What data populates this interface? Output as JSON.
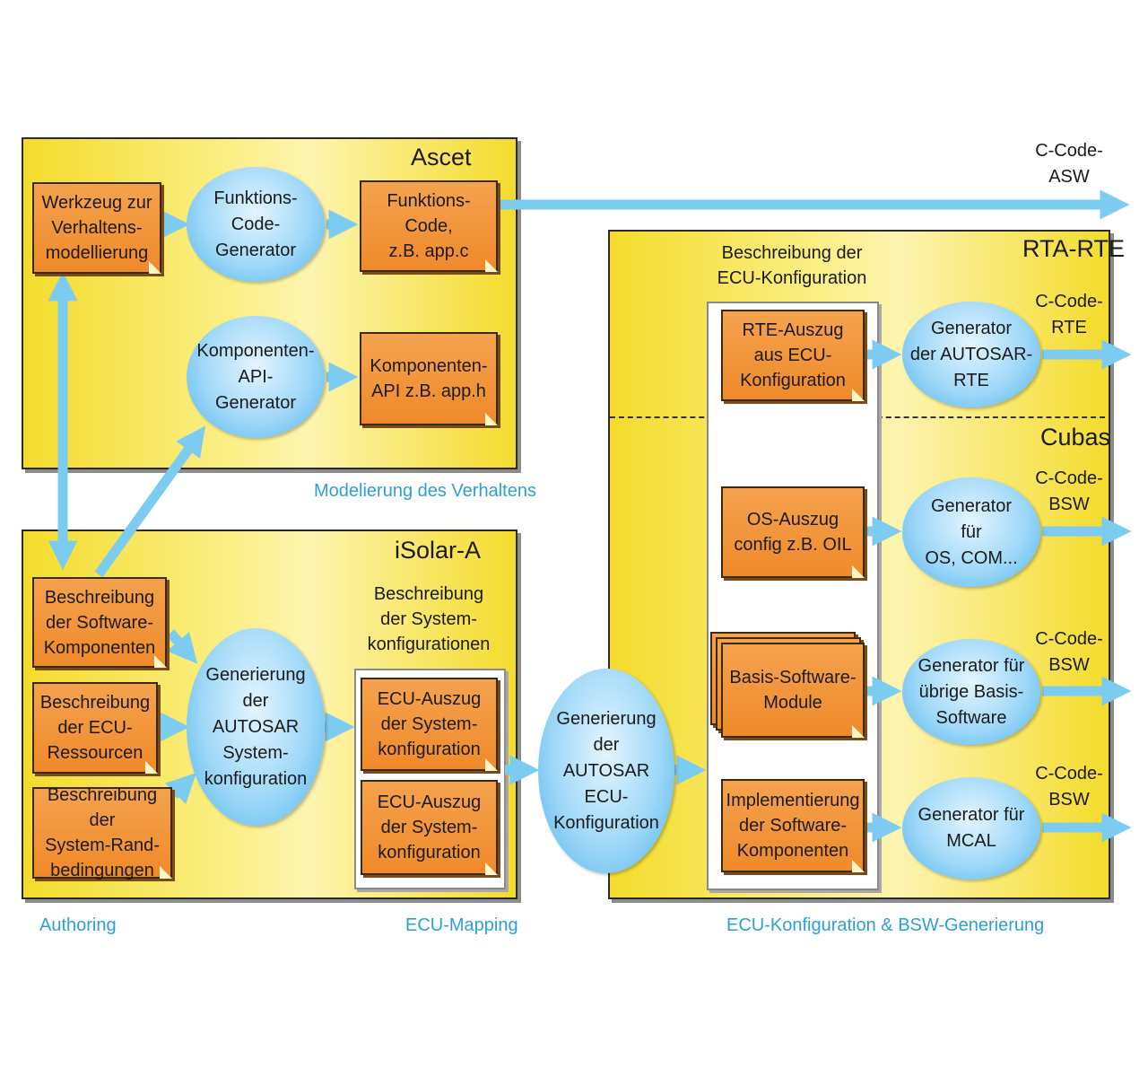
{
  "panels": {
    "ascet": "Ascet",
    "isolar": "iSolar-A",
    "rta": "RTA-RTE",
    "cubas": "Cubas"
  },
  "ascet": {
    "werkzeug": "Werkzeug zur\nVerhaltens-\nmodellierung",
    "funktions_gen": "Funktions-\nCode-\nGenerator",
    "funktions_code": "Funktions-\nCode,\nz.B. app.c",
    "komp_api_gen": "Komponenten-\nAPI-\nGenerator",
    "komp_api": "Komponenten-\nAPI z.B. app.h"
  },
  "isolar": {
    "sw_komp": "Beschreibung\nder Software-\nKomponenten",
    "ecu_res": "Beschreibung\nder ECU-\nRessourcen",
    "sys_rand": "Beschreibung der\nSystem-Rand-\nbedingungen",
    "gen_sys": "Generierung\nder\nAUTOSAR\nSystem-\nkonfiguration",
    "sys_conf_heading": "Beschreibung\nder System-\nkonfigurationen",
    "ecu_auszug_1": "ECU-Auszug\nder System-\nkonfiguration",
    "ecu_auszug_2": "ECU-Auszug\nder System-\nkonfiguration"
  },
  "middle": {
    "gen_ecu": "Generierung\nder\nAUTOSAR\nECU-\nKonfiguration"
  },
  "rta": {
    "ecu_conf_heading": "Beschreibung der\nECU-Konfiguration",
    "rte_auszug": "RTE-Auszug\naus ECU-\nKonfiguration",
    "gen_rte": "Generator\nder AUTOSAR-\nRTE",
    "os_auszug": "OS-Auszug\nconfig z.B. OIL",
    "gen_os": "Generator\nfür\nOS, COM...",
    "basis_sw": "Basis-Software-\nModule",
    "gen_basis": "Generator für\nübrige Basis-\nSoftware",
    "impl_sw": "Implementierung\nder Software-\nKomponenten",
    "gen_mcal": "Generator für\nMCAL"
  },
  "outputs": {
    "asw": "C-Code-\nASW",
    "rte": "C-Code-\nRTE",
    "bsw1": "C-Code-\nBSW",
    "bsw2": "C-Code-\nBSW",
    "bsw3": "C-Code-\nBSW"
  },
  "captions": {
    "modellierung": "Modelierung des Verhaltens",
    "authoring": "Authoring",
    "ecu_mapping": "ECU-Mapping",
    "ecu_konfig": "ECU-Konfiguration & BSW-Generierung"
  },
  "colors": {
    "panel_yellow": "#f4dc2c",
    "doc_orange": "#ef8a2a",
    "process_blue": "#4fb3ec",
    "arrow_blue": "#7ccbf1",
    "caption_blue": "#2d9fd8"
  }
}
